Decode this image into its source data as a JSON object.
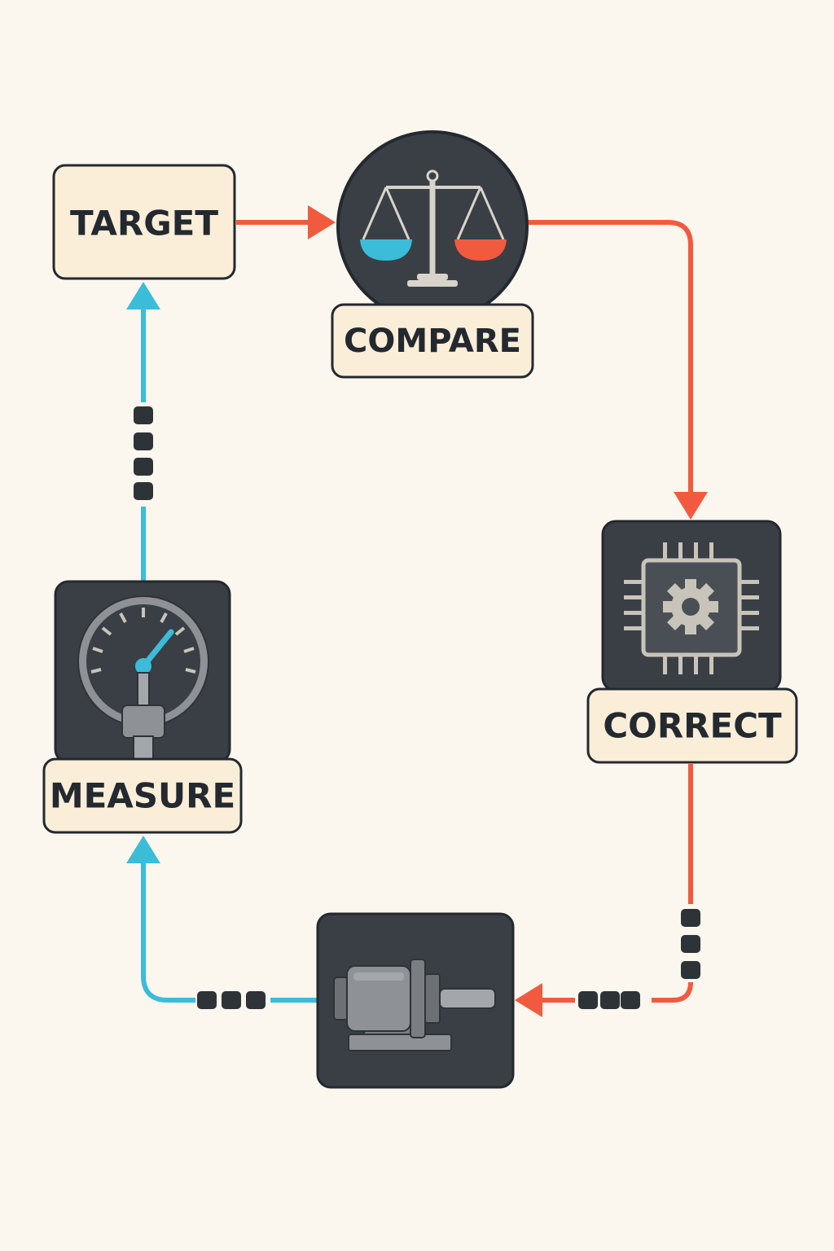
{
  "nodes": {
    "target": {
      "label": "TARGET"
    },
    "compare": {
      "label": "COMPARE",
      "icon": "balance-scale-icon"
    },
    "correct": {
      "label": "CORRECT",
      "icon": "controller-chip-gear-icon"
    },
    "plant": {
      "icon": "motor-icon"
    },
    "measure": {
      "label": "MEASURE",
      "icon": "pressure-gauge-icon"
    }
  },
  "colors": {
    "background": "#fbf7ee",
    "label_fill": "#faeed9",
    "dark_panel": "#3a3f45",
    "outline": "#23292f",
    "forward_path": "#f25a3f",
    "feedback_path": "#3bbcd9"
  }
}
